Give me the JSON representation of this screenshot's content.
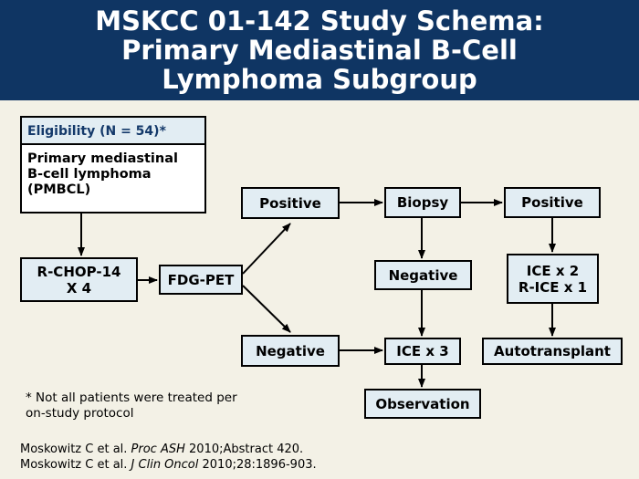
{
  "title": {
    "line1": "MSKCC 01-142 Study Schema:",
    "line2": "Primary Mediastinal B-Cell",
    "line3": "Lymphoma Subgroup"
  },
  "eligibility": {
    "header": "Eligibility (N = 54)*",
    "line1": "Primary mediastinal",
    "line2": "B-cell lymphoma",
    "line3": "(PMBCL)"
  },
  "nodes": {
    "rchop_line1": "R-CHOP-14",
    "rchop_line2": "X 4",
    "fdgpet": "FDG-PET",
    "positive1": "Positive",
    "negative1": "Negative",
    "biopsy": "Biopsy",
    "negative2": "Negative",
    "ice3": "ICE x 3",
    "observation": "Observation",
    "positive2": "Positive",
    "ice_line1": "ICE x 2",
    "ice_line2": "R-ICE x 1",
    "autotransplant": "Autotransplant"
  },
  "footnote": {
    "line1": "* Not all patients were treated per",
    "line2": "on-study protocol"
  },
  "references": [
    {
      "authors": "Moskowitz C et al. ",
      "journal": "Proc ASH",
      "detail": " 2010;Abstract 420."
    },
    {
      "authors": "Moskowitz C et al. ",
      "journal": "J Clin Oncol",
      "detail": " 2010;28:1896-903."
    }
  ],
  "colors": {
    "title_band": "#0f3563",
    "box_fill": "#e2edf3",
    "background": "#f3f1e6",
    "header_text": "#14396a"
  }
}
